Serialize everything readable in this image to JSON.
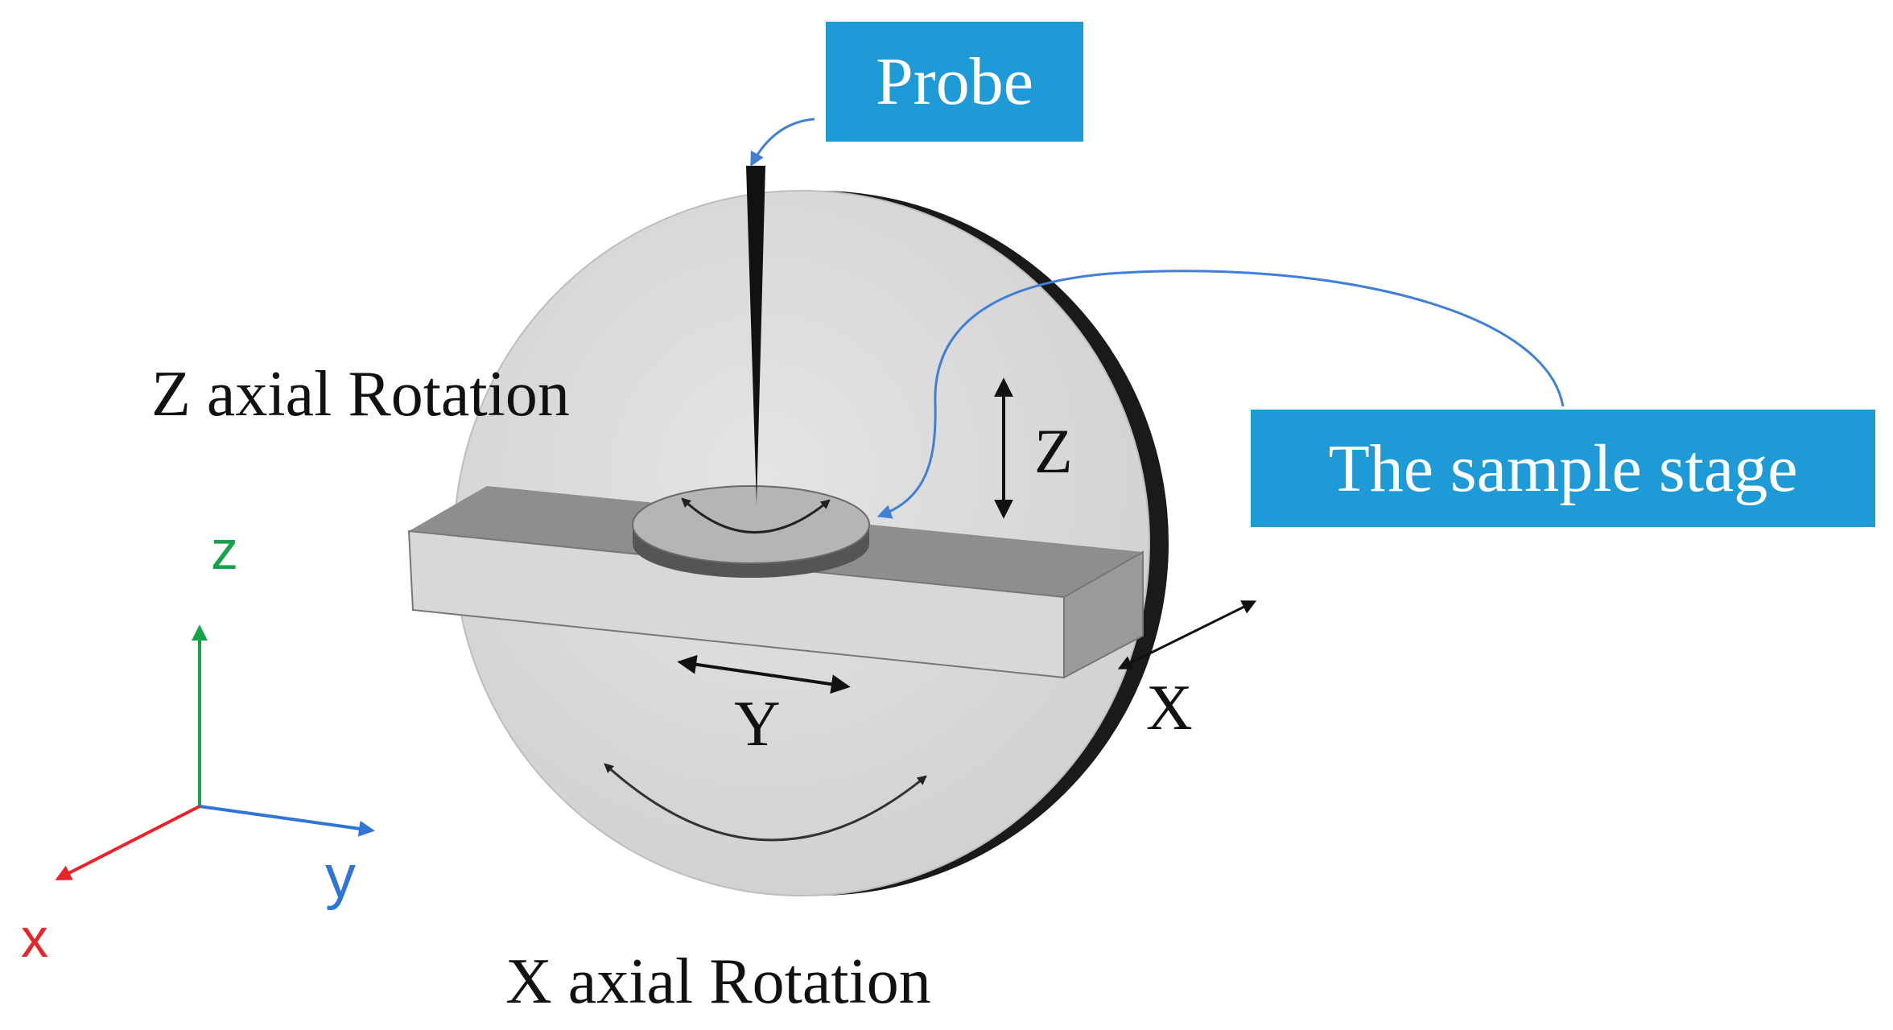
{
  "labels": {
    "probe": "Probe",
    "sample_stage": "The sample stage",
    "z_axial_rotation": "Z axial Rotation",
    "x_axial_rotation": "X axial Rotation",
    "z_motion": "Z",
    "y_motion": "Y",
    "x_motion": "X"
  },
  "coordinate_axes": {
    "x": "x",
    "y": "y",
    "z": "z"
  },
  "colors": {
    "callout_box": "#1e9ad6",
    "callout_line": "#3f7fd6",
    "axis_x": "#e8232a",
    "axis_y": "#2e75d6",
    "axis_z": "#16a34a",
    "disc_face": "#d6d6d6",
    "disc_edge": "#1a1a1a",
    "bar_front": "#d8d8d8",
    "bar_top": "#8e8e8e",
    "bar_end": "#9a9a9a",
    "turntable_top": "#b5b5b5",
    "turntable_side": "#555555",
    "probe": "#111111",
    "motion_arrow": "#111111"
  }
}
